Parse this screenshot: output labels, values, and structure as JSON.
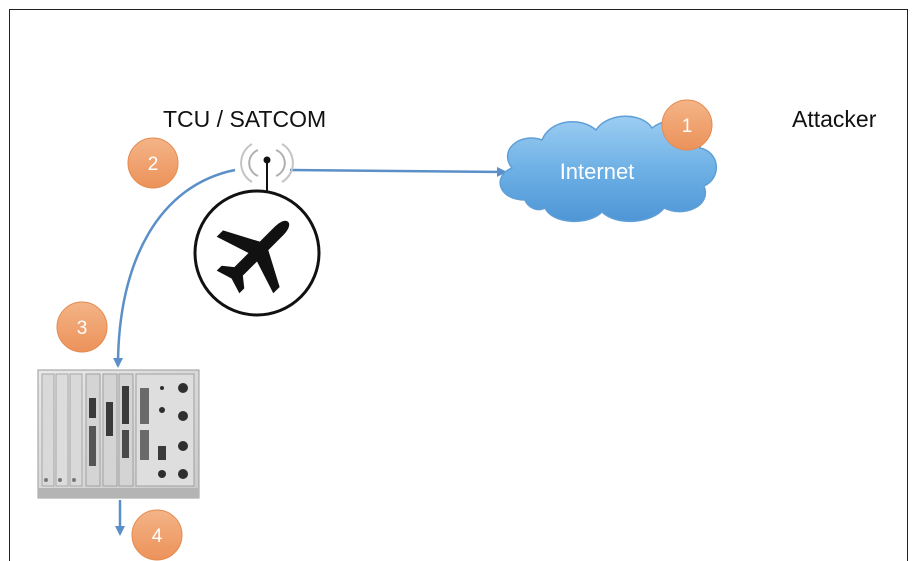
{
  "labels": {
    "tcu_satcom": "TCU / SATCOM",
    "attacker": "Attacker",
    "internet": "Internet"
  },
  "steps": [
    "1",
    "2",
    "3",
    "4"
  ],
  "icons": {
    "antenna": "antenna-icon",
    "airplane": "airplane-icon",
    "cloud": "internet-cloud-icon",
    "avionics": "avionics-rack-icon"
  },
  "colors": {
    "step_badge": "#f0a06a",
    "arrow": "#5b8fc8",
    "cloud": "#69aee6"
  }
}
